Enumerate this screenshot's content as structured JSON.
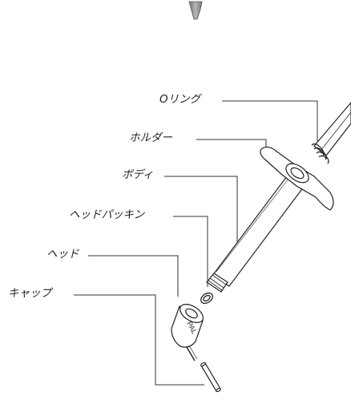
{
  "diagram": {
    "labels": {
      "o_ring": "Oリング",
      "holder": "ホルダー",
      "body": "ボディ",
      "head_packing": "ヘッドパッキン",
      "head": "ヘッド",
      "cap": "キャップ"
    },
    "head_marking": "PAL",
    "colors": {
      "outline": "#222222",
      "leader_line": "#333333",
      "plunger_tip": "#8a8a8a",
      "background": "#ffffff"
    }
  }
}
